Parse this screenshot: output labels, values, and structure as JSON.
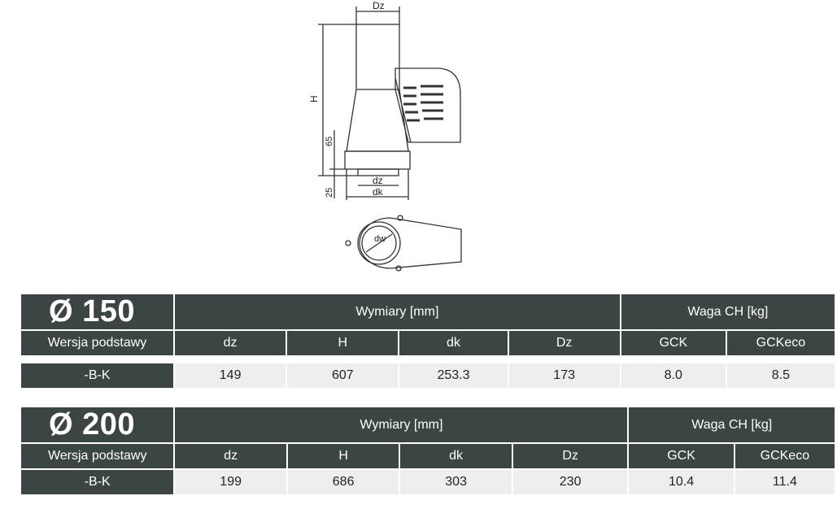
{
  "drawing": {
    "labels": {
      "Dz": "Dz",
      "H": "H",
      "h65": "65",
      "h25": "25",
      "dz": "dz",
      "dk": "dk",
      "dw": "dw"
    }
  },
  "tables": [
    {
      "diameter": "Ø 150",
      "group_dimensions": "Wymiary [mm]",
      "group_weight": "Waga CH [kg]",
      "headers": [
        "Wersja podstawy",
        "dz",
        "H",
        "dk",
        "Dz",
        "GCK",
        "GCKeco"
      ],
      "row": [
        "-B-K",
        "149",
        "607",
        "253.3",
        "173",
        "8.0",
        "8.5"
      ]
    },
    {
      "diameter": "Ø 200",
      "group_dimensions": "Wymiary [mm]",
      "group_weight": "Waga CH [kg]",
      "headers": [
        "Wersja podstawy",
        "dz",
        "H",
        "dk",
        "Dz",
        "GCK",
        "GCKeco"
      ],
      "row": [
        "-B-K",
        "199",
        "686",
        "303",
        "230",
        "10.4",
        "11.4"
      ]
    }
  ]
}
